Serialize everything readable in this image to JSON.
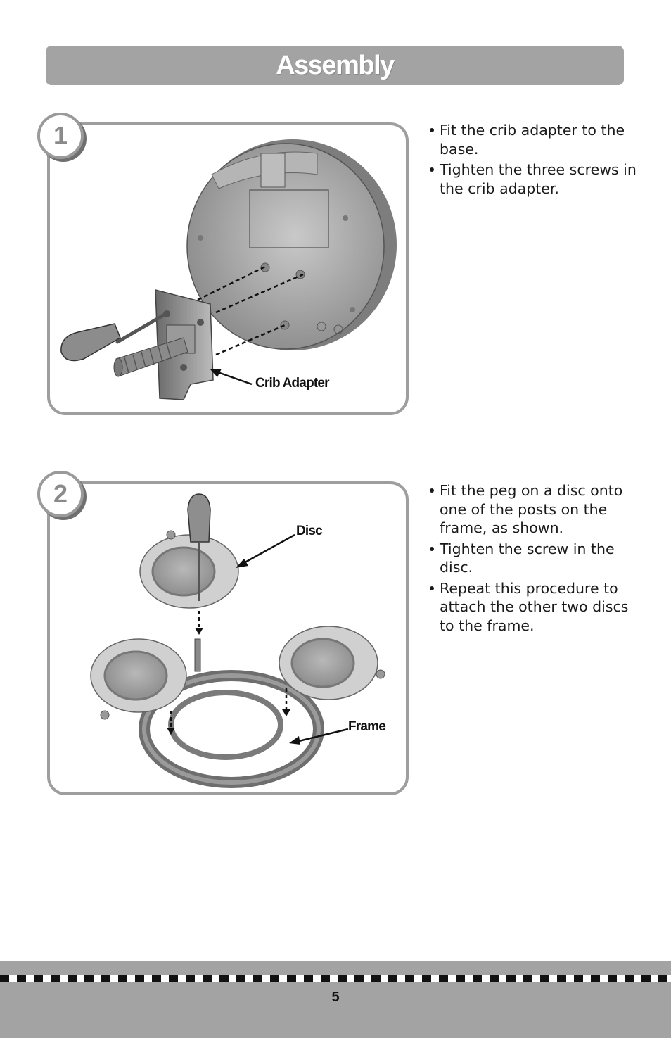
{
  "header": {
    "title": "Assembly"
  },
  "steps": [
    {
      "number": "1",
      "callouts": {
        "crib_adapter": "Crib Adapter"
      },
      "bullets": [
        "Fit the crib adapter to the base.",
        "Tighten the three screws in the crib adapter."
      ]
    },
    {
      "number": "2",
      "callouts": {
        "disc": "Disc",
        "frame": "Frame"
      },
      "bullets": [
        "Fit the peg on a disc onto one of the posts on the frame, as shown.",
        "Tighten the screw in the disc.",
        "Repeat this procedure to attach the other two discs to the frame."
      ]
    }
  ],
  "footer": {
    "page_number": "5"
  },
  "colors": {
    "header_gray": "#a3a3a3",
    "panel_border": "#9e9e9e",
    "text": "#1a1a1a"
  }
}
